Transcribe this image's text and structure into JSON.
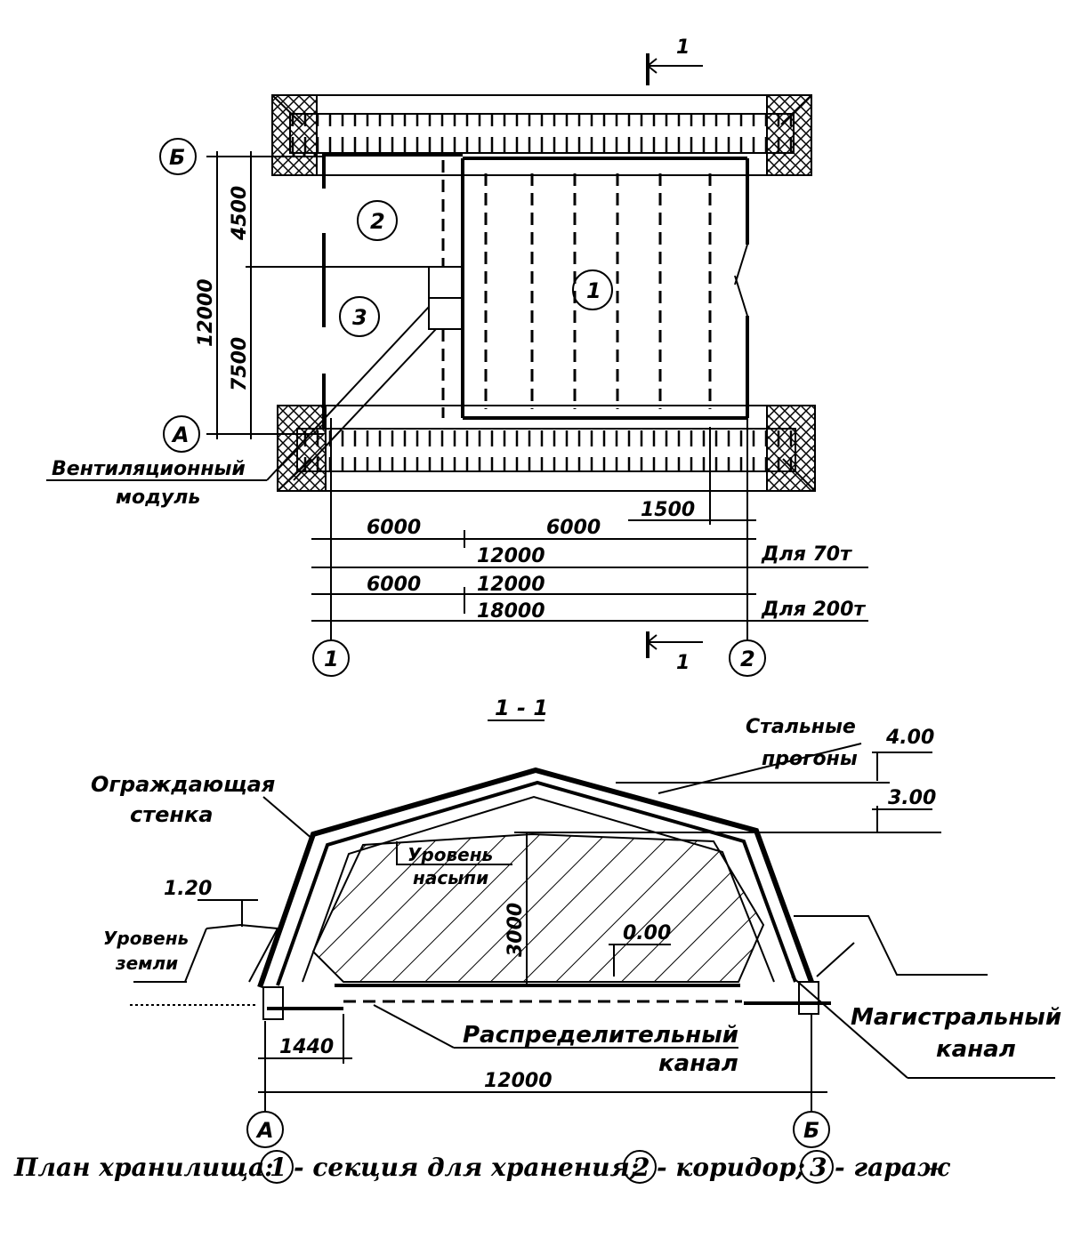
{
  "plan": {
    "grid_labels": {
      "B_top": "Б",
      "A_left": "А",
      "axis_1": "1",
      "axis_2": "2"
    },
    "section_marks": {
      "top": "1",
      "bottom": "1"
    },
    "rooms": {
      "r1": "1",
      "r2": "2",
      "r3": "3"
    },
    "dims": {
      "d4500": "4500",
      "d7500": "7500",
      "d12000_v": "12000",
      "d1500": "1500",
      "d6000_a": "6000",
      "d6000_b": "6000",
      "d12000_a": "12000",
      "d6000_c": "6000",
      "d12000_b": "12000",
      "d18000": "18000"
    },
    "notes": {
      "for70": "Для 70т",
      "for200": "Для 200т",
      "vent_line1": "Вентиляционный",
      "vent_line2": "модуль"
    }
  },
  "section": {
    "title": "1 - 1",
    "labels": {
      "steel1": "Стальные",
      "steel2": "прогоны",
      "wall1": "Ограждающая",
      "wall2": "стенка",
      "fill1": "Уровень",
      "fill2": "насыпи",
      "ground1": "Уровень",
      "ground2": "земли",
      "dist1": "Распределительный",
      "dist2": "канал",
      "main1": "Магистральный",
      "main2": "канал"
    },
    "levels": {
      "l400": "4.00",
      "l300": "3.00",
      "l120": "1.20",
      "l000": "0.00"
    },
    "dims": {
      "d3000": "3000",
      "d1440": "1440",
      "d12000": "12000"
    },
    "axes": {
      "left": "А",
      "right": "Б"
    }
  },
  "caption": {
    "prefix": "План хранилища:",
    "n1": "1",
    "t1": "- секция для хранения;",
    "n2": "2",
    "t2": "- коридор;",
    "n3": "3",
    "t3": "- гараж"
  }
}
